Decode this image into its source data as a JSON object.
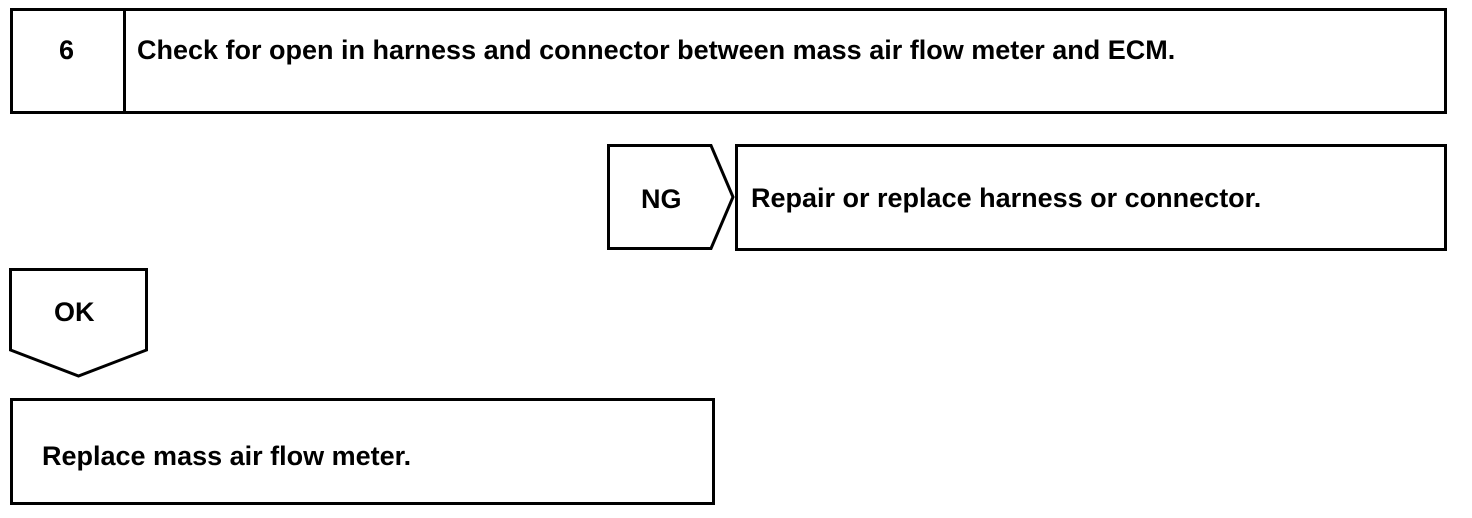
{
  "step": {
    "number": "6",
    "title": "Check for open in harness and connector between mass air flow meter and ECM."
  },
  "ng_branch": {
    "label": "NG",
    "action": "Repair or replace harness or connector."
  },
  "ok_branch": {
    "label": "OK",
    "action": "Replace mass air flow meter."
  }
}
